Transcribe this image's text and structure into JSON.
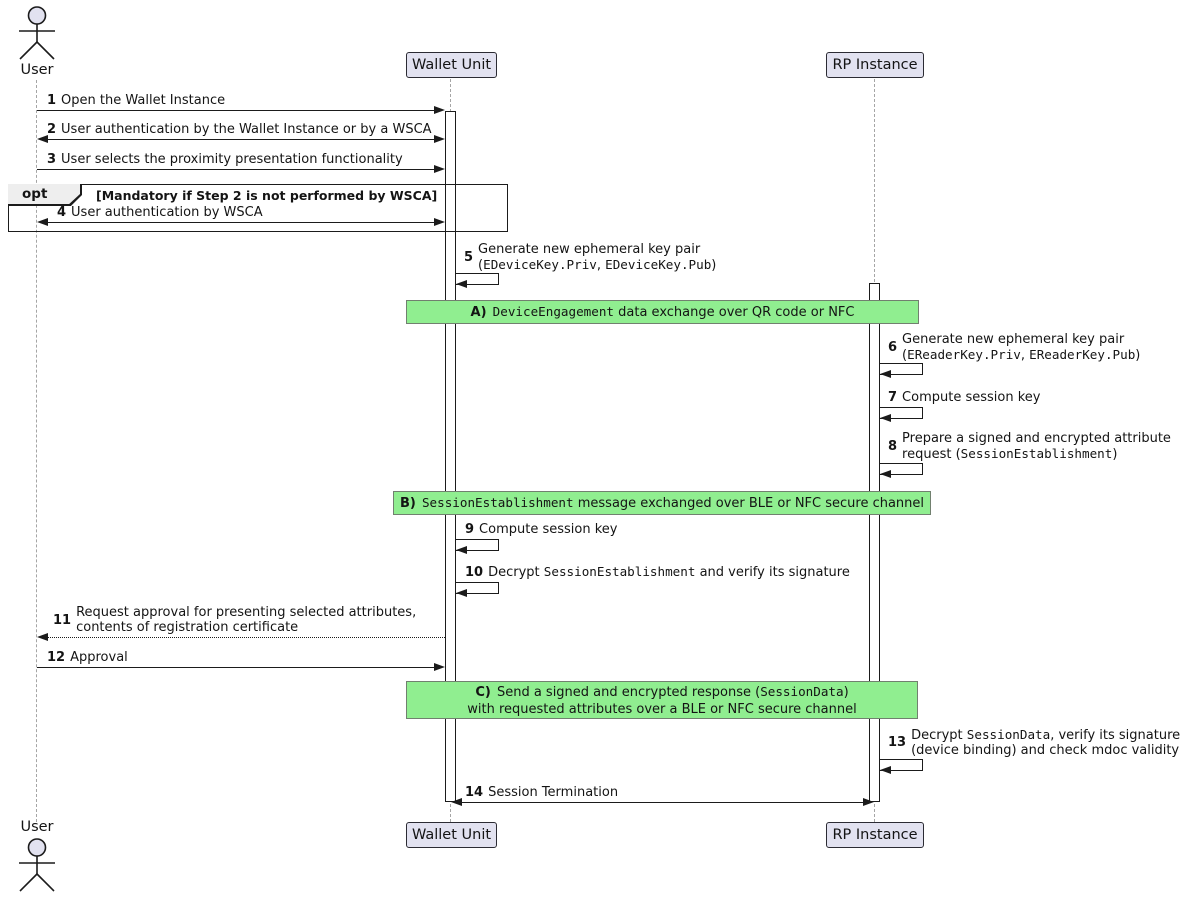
{
  "participants": {
    "user": "User",
    "wallet": "Wallet Unit",
    "rp": "RP Instance"
  },
  "fragment": {
    "operator": "opt",
    "guard": "[Mandatory if Step 2 is not performed by WSCA]"
  },
  "messages": [
    {
      "num": "1",
      "text": "Open the Wallet Instance"
    },
    {
      "num": "2",
      "text": "User authentication by the Wallet Instance or by a WSCA"
    },
    {
      "num": "3",
      "text": "User selects the proximity presentation functionality"
    },
    {
      "num": "4",
      "text": "User authentication by WSCA"
    },
    {
      "num": "5",
      "line1": "Generate new ephemeral key pair",
      "l2_pre": "(",
      "l2_mono1": "EDeviceKey.Priv",
      "l2_sep": ", ",
      "l2_mono2": "EDeviceKey.Pub",
      "l2_post": ")"
    },
    {
      "num": "6",
      "line1": "Generate new ephemeral key pair",
      "l2_pre": "(",
      "l2_mono1": "EReaderKey.Priv",
      "l2_sep": ", ",
      "l2_mono2": "EReaderKey.Pub",
      "l2_post": ")"
    },
    {
      "num": "7",
      "text": "Compute session key"
    },
    {
      "num": "8",
      "line1": "Prepare a signed and encrypted attribute",
      "l2_pre": "request (",
      "l2_mono": "SessionEstablishment",
      "l2_post": ")"
    },
    {
      "num": "9",
      "text": "Compute session key"
    },
    {
      "num": "10",
      "pre": "Decrypt ",
      "mono": "SessionEstablishment",
      "post": " and verify its signature"
    },
    {
      "num": "11",
      "line1": "Request approval for presenting selected attributes,",
      "line2": "contents of registration certificate"
    },
    {
      "num": "12",
      "text": "Approval"
    },
    {
      "num": "13",
      "l1_pre": "Decrypt ",
      "l1_mono": "SessionData",
      "l1_post": ", verify its signature",
      "line2": "(device binding) and check mdoc validity"
    },
    {
      "num": "14",
      "text": "Session Termination"
    }
  ],
  "bands": [
    {
      "label": "A)",
      "mono": "DeviceEngagement",
      "post": " data exchange over QR code or NFC"
    },
    {
      "label": "B)",
      "mono": "SessionEstablishment",
      "post": " message exchanged over BLE or NFC secure channel"
    },
    {
      "label": "C)",
      "l1_pre": "Send a signed and encrypted response (",
      "l1_mono": "SessionData",
      "l1_post": ")",
      "line2": "with requested attributes over a BLE or NFC secure channel"
    }
  ],
  "colors": {
    "band_fill": "#90EE90",
    "band_border": "#71806F",
    "participant_fill": "#E2E2F0",
    "arrow": "#1b1b1b",
    "lifeline": "#A5A5A5"
  }
}
